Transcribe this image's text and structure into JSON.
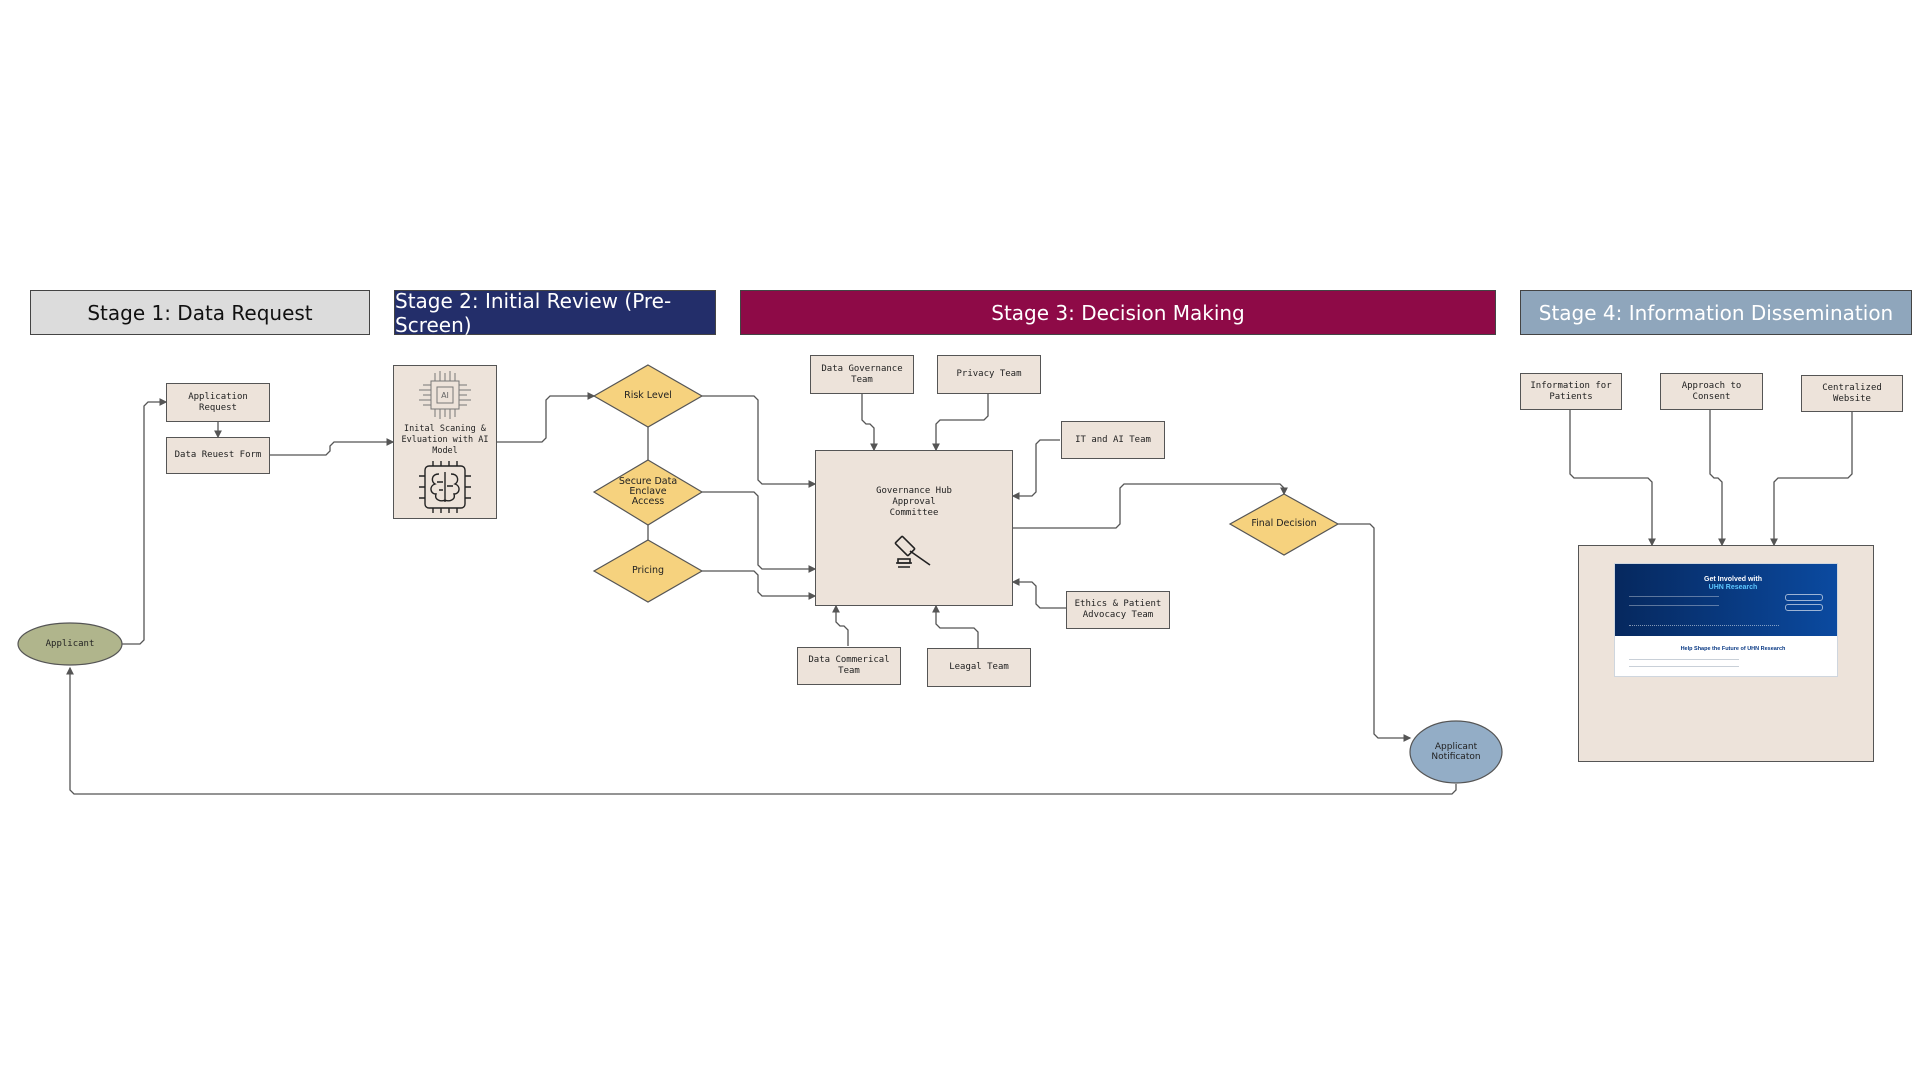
{
  "stages": {
    "s1": {
      "label": "Stage 1: Data Request",
      "bg": "#dcdcdc",
      "fg": "#111111"
    },
    "s2": {
      "label": "Stage 2: Initial Review (Pre-Screen)",
      "bg": "#232e6a",
      "fg": "#ffffff"
    },
    "s3": {
      "label": "Stage 3: Decision Making",
      "bg": "#8e0a47",
      "fg": "#ffffff"
    },
    "s4": {
      "label": "Stage 4: Information Dissemination",
      "bg": "#8fa6bc",
      "fg": "#ffffff"
    }
  },
  "nodes": {
    "applicant": "Applicant",
    "application_request": "Application Request",
    "data_request_form": "Data Reuest Form",
    "ai_screening": "Inital Scaning & Evluation with AI Model",
    "risk_level": "Risk Level",
    "secure_enclave": "Secure Data Enclave Access",
    "pricing": "Pricing",
    "data_governance_team": "Data Governance Team",
    "privacy_team": "Privacy Team",
    "it_ai_team": "IT and AI Team",
    "governance_hub": "Governance Hub Approval Committee",
    "ethics_team": "Ethics & Patient Advocacy Team",
    "data_commercial_team": "Data Commerical Team",
    "legal_team": "Leagal Team",
    "final_decision": "Final Decision",
    "applicant_notification": "Applicant Notificaton",
    "info_patients": "Information for Patients",
    "approach_consent": "Approach to Consent",
    "centralized_website": "Centralized Website"
  },
  "website_preview": {
    "heading_line1": "Get Involved with",
    "heading_line2": "UHN Research",
    "section_title": "Help Shape the Future of UHN Research"
  },
  "colors": {
    "box_fill": "#ede3da",
    "diamond_fill": "#f6d27e",
    "applicant_fill": "#b0b58c",
    "notification_fill": "#93adc6",
    "connector": "#555555"
  },
  "icons": {
    "ai_chip": "ai-chip-icon",
    "brain": "brain-circuit-icon",
    "gavel": "gavel-icon"
  }
}
